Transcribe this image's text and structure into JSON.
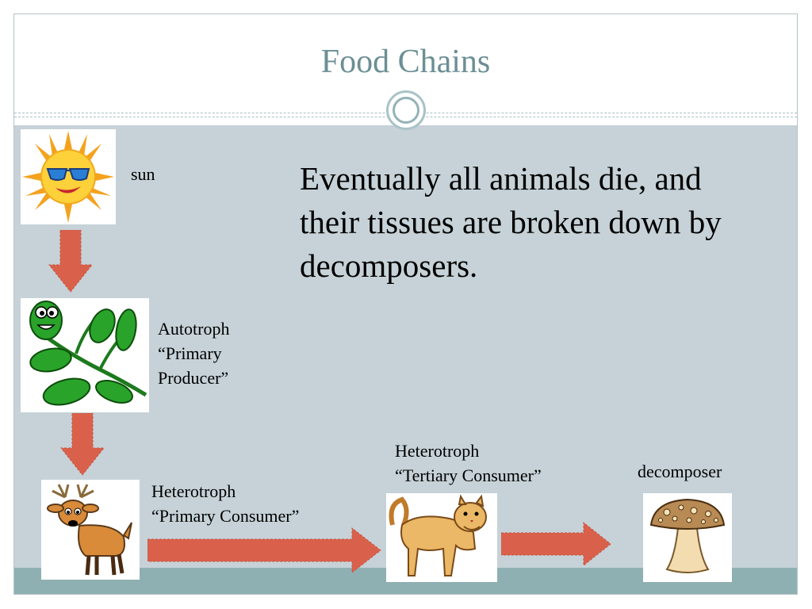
{
  "slide": {
    "title": "Food Chains",
    "body": "Eventually all animals die, and their tissues are broken down by decomposers."
  },
  "chain": {
    "sun": {
      "label": "sun",
      "icon": "sun-with-sunglasses-icon"
    },
    "autotroph": {
      "line1": "Autotroph",
      "line2": "“Primary",
      "line3": "Producer”",
      "icon": "smiling-plant-icon"
    },
    "primary_consumer": {
      "line1": "Heterotroph",
      "line2": "“Primary Consumer”",
      "icon": "deer-icon"
    },
    "tertiary_consumer": {
      "line1": "Heterotroph",
      "line2": "“Tertiary Consumer”",
      "icon": "cougar-icon"
    },
    "decomposer": {
      "label": "decomposer",
      "icon": "mushroom-icon"
    }
  },
  "colors": {
    "title": "#6b8f94",
    "background": "#c6d2d8",
    "bottom_band": "#8fb0b2",
    "arrow": "#d9614c"
  }
}
